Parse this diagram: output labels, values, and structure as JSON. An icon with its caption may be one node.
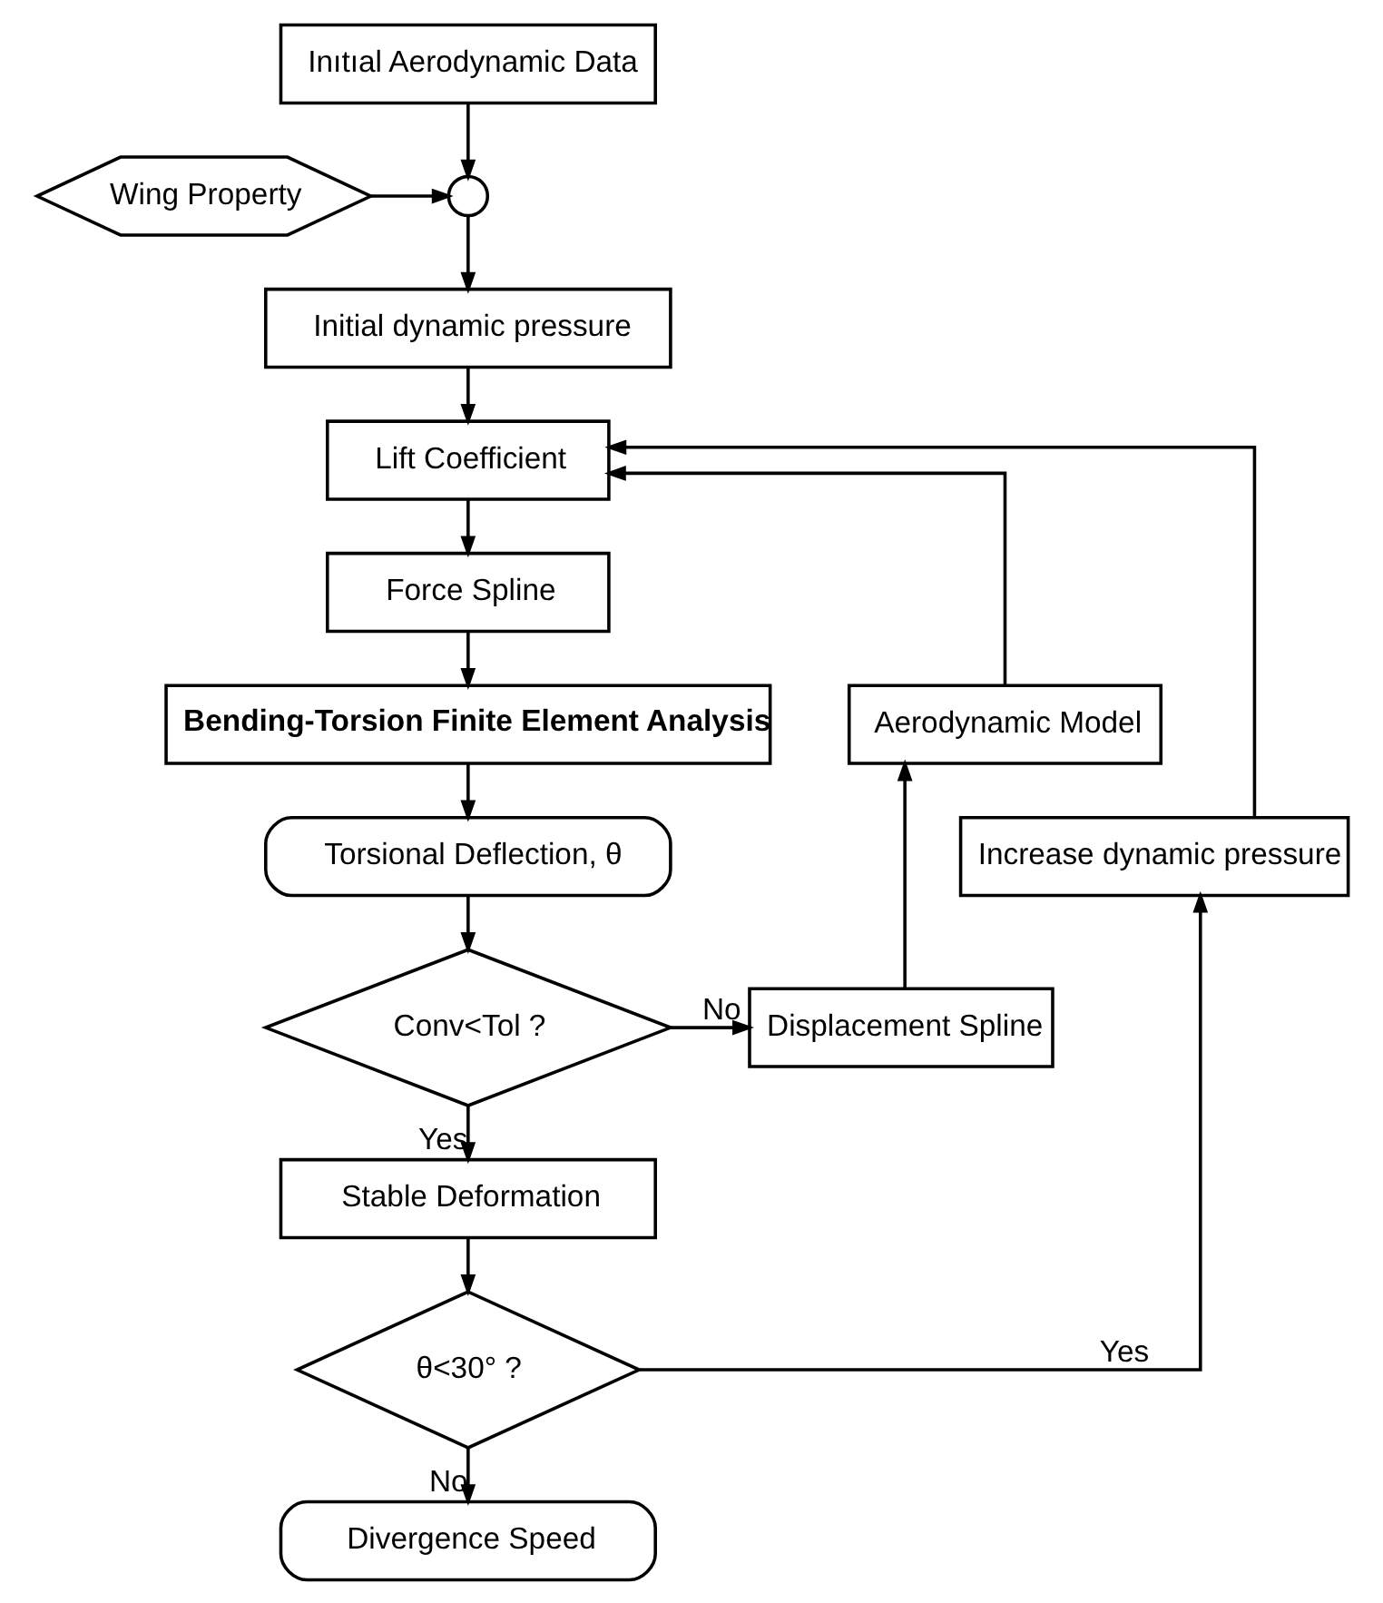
{
  "diagram": {
    "nodes": [
      {
        "text": [
          "Inıtıal Aerodynamic Data"
        ]
      },
      {
        "text": [
          "Wing Property"
        ]
      },
      {
        "text": [],
        "shape": "circle"
      },
      {
        "text": [
          "Initial dynamic pressure"
        ]
      },
      {
        "text": [
          "Lift Coefficient"
        ]
      },
      {
        "text": [
          "Force Spline"
        ]
      },
      {
        "text": [
          "Bending-Torsion Finite Element Analysis"
        ]
      },
      {
        "text": [
          "Torsional Deflection, θ"
        ]
      },
      {
        "text": [
          "Conv<Tol ?"
        ]
      },
      {
        "text": [
          "Aerodynamic Model"
        ]
      },
      {
        "text": [
          "Displacement Spline"
        ]
      },
      {
        "text": [
          "Increase dynamic pressure"
        ]
      },
      {
        "text": [
          "Stable Deformation"
        ]
      },
      {
        "text": [
          "θ<30° ?"
        ]
      },
      {
        "text": [
          "Divergence Speed"
        ]
      }
    ],
    "edges": [
      {
        "from": 0,
        "to": 2,
        "arrow": "to"
      },
      {
        "from": 1,
        "to": 2,
        "arrow": "to"
      },
      {
        "from": 2,
        "to": 3,
        "arrow": "to"
      },
      {
        "from": 3,
        "to": 4,
        "arrow": "to"
      },
      {
        "from": 11,
        "to": 4,
        "arrow": "to"
      },
      {
        "from": 4,
        "to": 5,
        "arrow": "to"
      },
      {
        "from": 5,
        "to": 6,
        "arrow": "to"
      },
      {
        "from": 6,
        "to": 7,
        "arrow": "to"
      },
      {
        "from": 7,
        "to": 8,
        "arrow": "to"
      },
      {
        "from": 8,
        "to": 10,
        "arrow": "to",
        "label": "No"
      },
      {
        "from": 10,
        "to": 9,
        "arrow": "to"
      },
      {
        "from": 9,
        "to": 4,
        "arrow": "to"
      },
      {
        "from": 8,
        "to": 12,
        "arrow": "to",
        "label": "Yes"
      },
      {
        "from": 12,
        "to": 13,
        "arrow": "to"
      },
      {
        "from": 13,
        "to": 11,
        "arrow": "to",
        "label": "Yes"
      },
      {
        "from": 13,
        "to": 14,
        "arrow": "to",
        "label": "No"
      }
    ]
  }
}
